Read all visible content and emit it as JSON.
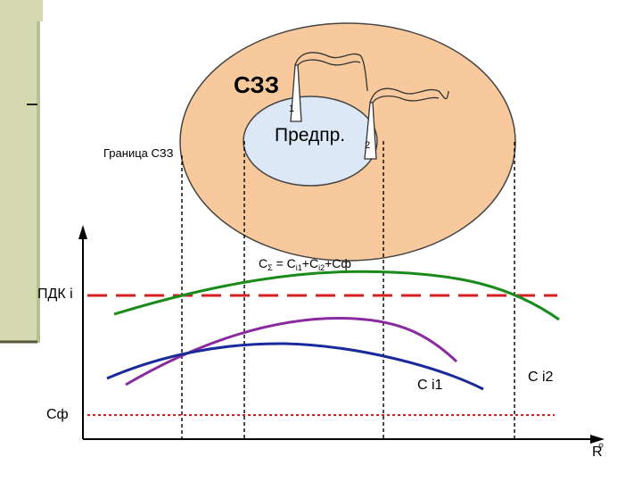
{
  "labels": {
    "szz": "СЗЗ",
    "enterprise": "Предпр.",
    "boundary": "Граница СЗЗ",
    "stack1": "1",
    "stack2": "2",
    "sum_prefix": "C",
    "sum_sub": "Σ",
    "sum_eq": " = C",
    "sum_i1": "i1",
    "sum_plus": "+C",
    "sum_i2": "i2",
    "sum_tail": "+Cф",
    "pdk": "ПДК i",
    "cf": "Cф",
    "ci1": "C i1",
    "ci2": "C i2",
    "r_axis": "R"
  },
  "colors": {
    "zone_fill": "#f7c99d",
    "enterprise_fill": "#dde8f6",
    "pdk_line": "#d42020",
    "cf_line": "#d42020",
    "curve_sum": "#1a8a1a",
    "curve_ci2": "#8a2aa0",
    "curve_ci1": "#1a2a9a",
    "sidebar": "#d4d9b0"
  }
}
